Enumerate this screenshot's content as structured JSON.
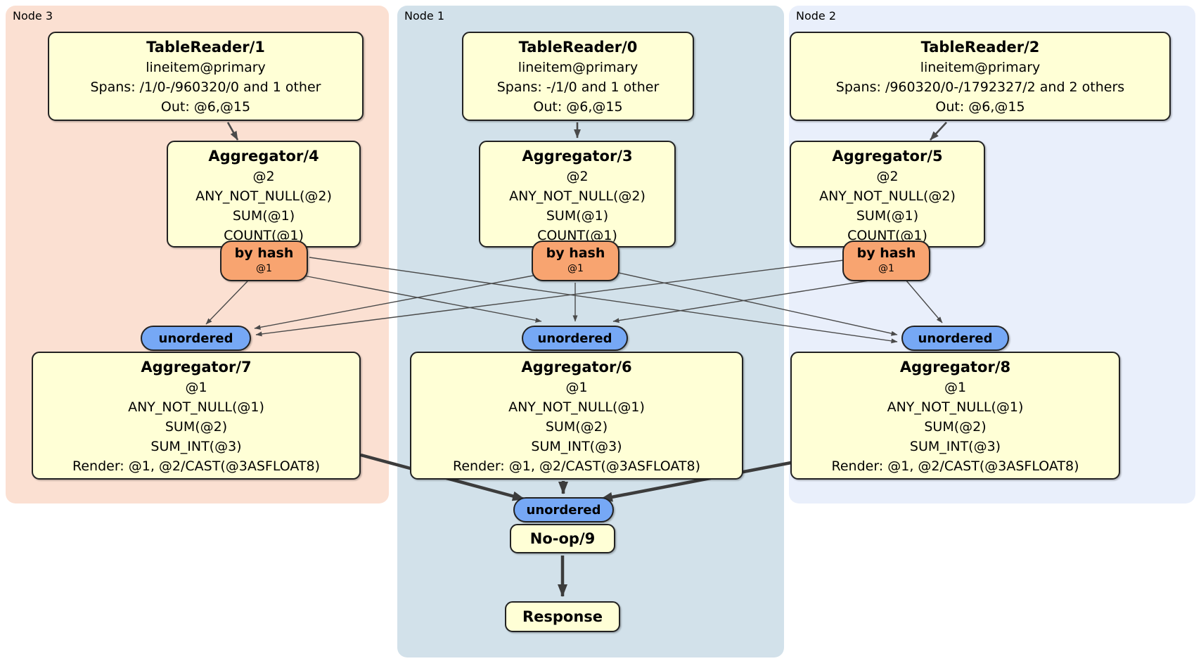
{
  "nodes": {
    "node3": {
      "label": "Node 3"
    },
    "node1": {
      "label": "Node 1"
    },
    "node2": {
      "label": "Node 2"
    }
  },
  "boxes": {
    "tr1": {
      "title": "TableReader/1",
      "lines": [
        "lineitem@primary",
        "Spans: /1/0-/960320/0 and 1 other",
        "Out: @6,@15"
      ]
    },
    "tr0": {
      "title": "TableReader/0",
      "lines": [
        "lineitem@primary",
        "Spans: -/1/0 and 1 other",
        "Out: @6,@15"
      ]
    },
    "tr2": {
      "title": "TableReader/2",
      "lines": [
        "lineitem@primary",
        "Spans: /960320/0-/1792327/2 and 2 others",
        "Out: @6,@15"
      ]
    },
    "agg4": {
      "title": "Aggregator/4",
      "lines": [
        "@2",
        "ANY_NOT_NULL(@2)",
        "SUM(@1)",
        "COUNT(@1)"
      ]
    },
    "agg3": {
      "title": "Aggregator/3",
      "lines": [
        "@2",
        "ANY_NOT_NULL(@2)",
        "SUM(@1)",
        "COUNT(@1)"
      ]
    },
    "agg5": {
      "title": "Aggregator/5",
      "lines": [
        "@2",
        "ANY_NOT_NULL(@2)",
        "SUM(@1)",
        "COUNT(@1)"
      ]
    },
    "agg7": {
      "title": "Aggregator/7",
      "lines": [
        "@1",
        "ANY_NOT_NULL(@1)",
        "SUM(@2)",
        "SUM_INT(@3)",
        "Render: @1, @2/CAST(@3ASFLOAT8)"
      ]
    },
    "agg6": {
      "title": "Aggregator/6",
      "lines": [
        "@1",
        "ANY_NOT_NULL(@1)",
        "SUM(@2)",
        "SUM_INT(@3)",
        "Render: @1, @2/CAST(@3ASFLOAT8)"
      ]
    },
    "agg8": {
      "title": "Aggregator/8",
      "lines": [
        "@1",
        "ANY_NOT_NULL(@1)",
        "SUM(@2)",
        "SUM_INT(@3)",
        "Render: @1, @2/CAST(@3ASFLOAT8)"
      ]
    },
    "noop": {
      "title": "No-op/9"
    },
    "response": {
      "title": "Response"
    }
  },
  "routers": {
    "hash3": {
      "label": "by hash",
      "detail": "@1"
    },
    "hash1": {
      "label": "by hash",
      "detail": "@1"
    },
    "hash2": {
      "label": "by hash",
      "detail": "@1"
    }
  },
  "syncs": {
    "sync7": {
      "label": "unordered"
    },
    "sync6": {
      "label": "unordered"
    },
    "sync8": {
      "label": "unordered"
    },
    "final": {
      "label": "unordered"
    }
  },
  "colors": {
    "node3_bg": "#fbe0d2",
    "node1_bg": "#d2e1ea",
    "node2_bg": "#e9effb",
    "box_fill": "#ffffd6",
    "router_fill": "#f8a470",
    "sync_fill": "#76a8f5",
    "edge": "#4a4a4a",
    "edge_thick": "#3c3c3c"
  }
}
